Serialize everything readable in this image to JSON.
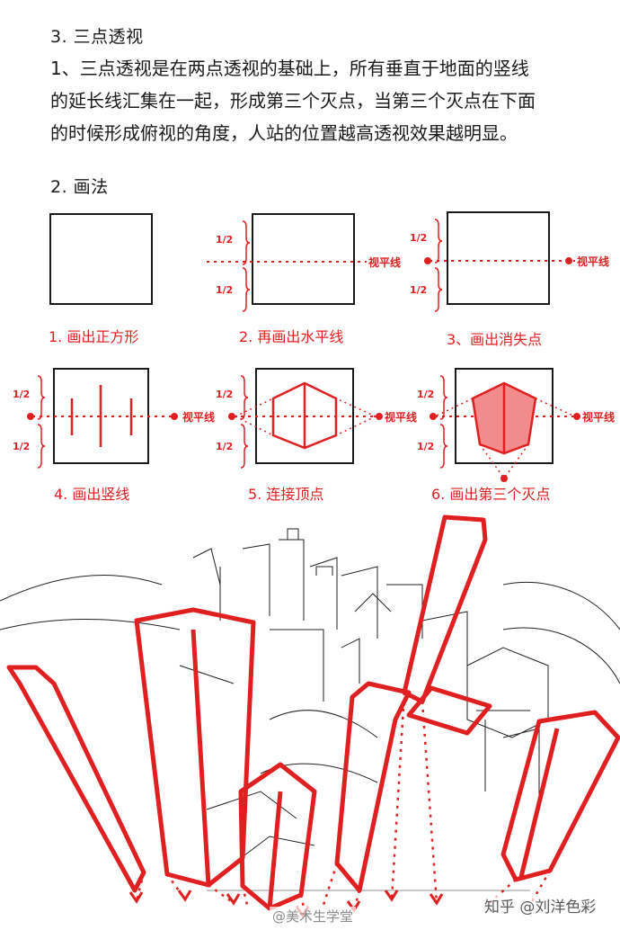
{
  "section_title": "3. 三点透视",
  "paragraph": {
    "line1": "1、三点透视是在两点透视的基础上，所有垂直于地面的竖线",
    "line2": "的延长线汇集在一起，形成第三个灭点，当第三个灭点在下面",
    "line3": "的时候形成俯视的角度，人站的位置越高透视效果越明显。"
  },
  "method_title": "2. 画法",
  "steps": [
    {
      "caption": "1. 画出正方形"
    },
    {
      "caption": "2. 再画出水平线"
    },
    {
      "caption": "3、画出消失点"
    },
    {
      "caption": "4. 画出竖线"
    },
    {
      "caption": "5. 连接顶点"
    },
    {
      "caption": "6. 画出第三个灭点"
    }
  ],
  "diagram_labels": {
    "half": "1/2",
    "horizon": "视平线"
  },
  "watermarks": {
    "weibo": "@美术生学堂",
    "zhihu": "知乎 @刘洋色彩"
  },
  "colors": {
    "accent": "#e02020",
    "ink": "#1a1a1a",
    "watermark": "#8a8a8a"
  }
}
